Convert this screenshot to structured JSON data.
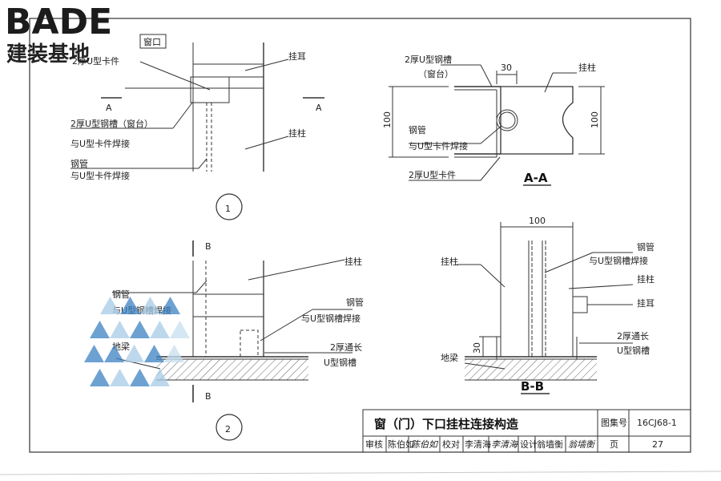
{
  "logo": {
    "brand": "BADE",
    "name": "建装基地"
  },
  "detail1": {
    "tag": "窗口",
    "section_left": "A",
    "section_right": "A",
    "hook_label": "挂耳",
    "pillar_label": "挂柱",
    "tag_partial": "2厚U型卡件",
    "note_channel_1": "2厚U型钢槽（窗台）",
    "note_channel_2": "与U型卡件焊接",
    "note_pipe_1": "钢管",
    "note_pipe_2": "与U型卡件焊接",
    "number": "1"
  },
  "sectionAA": {
    "channel_label_1": "2厚U型钢槽",
    "channel_label_2": "（窗台）",
    "dim_30": "30",
    "dim_100_left": "100",
    "dim_100_right": "100",
    "pillar_label": "挂柱",
    "pipe_1": "钢管",
    "pipe_2": "与U型卡件焊接",
    "clip_label": "2厚U型卡件",
    "title": "A-A"
  },
  "detail2": {
    "section_top": "B",
    "section_bottom": "B",
    "pillar_label": "挂柱",
    "pipe_1": "钢管",
    "pipe_2": "与U型钢槽焊接",
    "pipe_right_1": "钢管",
    "pipe_right_2": "与U型钢槽焊接",
    "beam_label": "地梁",
    "channel_1": "2厚通长",
    "channel_2": "U型钢槽",
    "number": "2"
  },
  "sectionBB": {
    "dim_100": "100",
    "pillar_label": "挂柱",
    "pipe_1": "钢管",
    "pipe_2": "与U型钢槽焊接",
    "pillar_right": "挂柱",
    "hook": "挂耳",
    "channel_1": "2厚通长",
    "channel_2": "U型钢槽",
    "dim_30": "30",
    "beam_label": "地梁",
    "title": "B-B"
  },
  "titleblock": {
    "title": "窗（门）下口挂柱连接构造",
    "atlas_label": "图集号",
    "atlas_value": "16CJ68-1",
    "review_label": "审核",
    "review_name": "陈伯如",
    "review_sig": "陈伯如",
    "check_label": "校对",
    "check_name": "李清海",
    "check_sig": "李清海",
    "design_label": "设计",
    "design_name": "翁墙衡",
    "design_sig": "翁墙衡",
    "page_label": "页",
    "page_value": "27"
  }
}
